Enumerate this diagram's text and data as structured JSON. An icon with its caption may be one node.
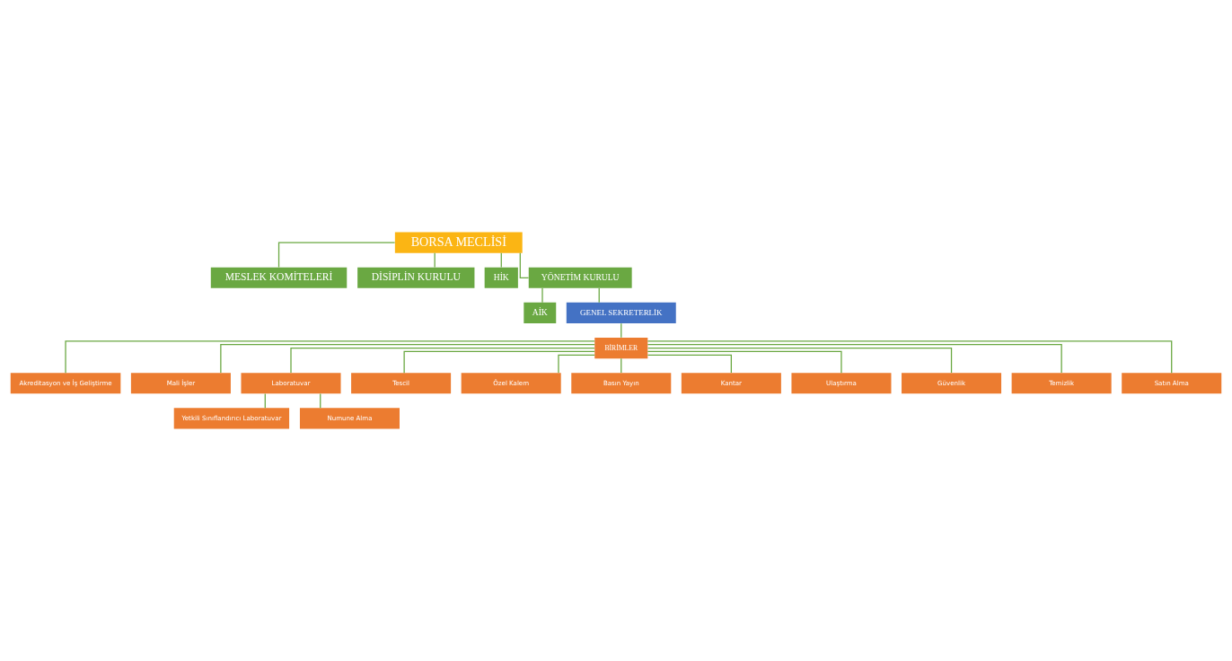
{
  "diagram": {
    "nodes": [
      {
        "text": [
          "BORSA MECLİSİ"
        ]
      },
      {
        "text": [
          "MESLEK KOMİTELERİ"
        ]
      },
      {
        "text": [
          "DİSİPLİN KURULU"
        ]
      },
      {
        "text": [
          "HİK"
        ]
      },
      {
        "text": [
          "YÖNETİM KURULU"
        ]
      },
      {
        "text": [
          "AİK"
        ]
      },
      {
        "text": [
          "GENEL SEKRETERLİK"
        ]
      },
      {
        "text": [
          "BİRİMLER"
        ]
      },
      {
        "text": [
          "Akreditasyon ve İş Geliştirme"
        ]
      },
      {
        "text": [
          "Mali İşler"
        ]
      },
      {
        "text": [
          "Laboratuvar"
        ]
      },
      {
        "text": [
          "Yetkili Sınıflandırıcı Laboratuvar"
        ]
      },
      {
        "text": [
          "Numune Alma"
        ]
      },
      {
        "text": [
          "Tescil"
        ]
      },
      {
        "text": [
          "Özel Kalem"
        ]
      },
      {
        "text": [
          "Basın Yayın"
        ]
      },
      {
        "text": [
          "Kantar"
        ]
      },
      {
        "text": [
          "Ulaştırma"
        ]
      },
      {
        "text": [
          "Güvenlik"
        ]
      },
      {
        "text": [
          "Temizlik"
        ]
      },
      {
        "text": [
          "Satın Alma"
        ]
      }
    ],
    "edges": [
      {
        "from": 0,
        "to": 1,
        "arrow": "none"
      },
      {
        "from": 0,
        "to": 2,
        "arrow": "none"
      },
      {
        "from": 0,
        "to": 3,
        "arrow": "none"
      },
      {
        "from": 0,
        "to": 4,
        "arrow": "none"
      },
      {
        "from": 4,
        "to": 5,
        "arrow": "none"
      },
      {
        "from": 4,
        "to": 6,
        "arrow": "none"
      },
      {
        "from": 6,
        "to": 7,
        "arrow": "none"
      },
      {
        "from": 7,
        "to": 8,
        "arrow": "none"
      },
      {
        "from": 7,
        "to": 9,
        "arrow": "none"
      },
      {
        "from": 7,
        "to": 10,
        "arrow": "none"
      },
      {
        "from": 10,
        "to": 11,
        "arrow": "none"
      },
      {
        "from": 10,
        "to": 12,
        "arrow": "none"
      },
      {
        "from": 7,
        "to": 13,
        "arrow": "none"
      },
      {
        "from": 7,
        "to": 14,
        "arrow": "none"
      },
      {
        "from": 7,
        "to": 15,
        "arrow": "none"
      },
      {
        "from": 7,
        "to": 16,
        "arrow": "none"
      },
      {
        "from": 7,
        "to": 17,
        "arrow": "none"
      },
      {
        "from": 7,
        "to": 18,
        "arrow": "none"
      },
      {
        "from": 7,
        "to": 19,
        "arrow": "none"
      },
      {
        "from": 7,
        "to": 20,
        "arrow": "none"
      }
    ]
  }
}
